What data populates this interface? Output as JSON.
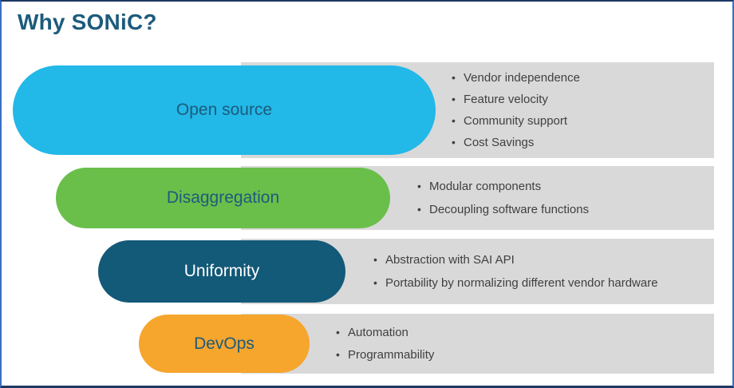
{
  "slide": {
    "title": "Why SONiC?"
  },
  "palette": {
    "title_color": "#1d5b7c",
    "gray_bar": "#d9d9d9",
    "bullet_text": "#404040",
    "border_blue": "#3a6fc4",
    "border_dark_navy": "#1f3864"
  },
  "rows": [
    {
      "label": "Open source",
      "pill_color": "#22b8e8",
      "label_color": "#1d5b7c",
      "bullets": [
        "Vendor independence",
        "Feature velocity",
        "Community support",
        "Cost Savings"
      ]
    },
    {
      "label": "Disaggregation",
      "pill_color": "#6abf4b",
      "label_color": "#1d5b7c",
      "bullets": [
        "Modular components",
        "Decoupling software functions"
      ]
    },
    {
      "label": "Uniformity",
      "pill_color": "#135978",
      "label_color": "#ffffff",
      "bullets": [
        "Abstraction with SAI API",
        "Portability by normalizing different vendor hardware"
      ]
    },
    {
      "label": "DevOps",
      "pill_color": "#f6a52d",
      "label_color": "#1d5b7c",
      "bullets": [
        "Automation",
        "Programmability"
      ]
    }
  ]
}
